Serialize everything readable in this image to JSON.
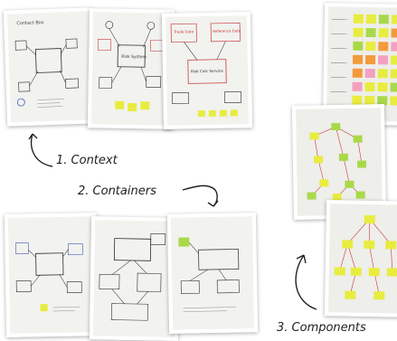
{
  "captions": {
    "context": "1. Context",
    "containers": "2. Containers",
    "components": "3. Components"
  },
  "photo_text": {
    "context_left_title": "Contact Box",
    "context_mid_center": "Risk System",
    "context_right_title": "Risk Calc Service",
    "context_right_tl": "Trade Data",
    "context_right_tr": "Reference Data"
  },
  "colors": {
    "sticky_yellow": "#e8ec3f",
    "sticky_green": "#a9d94a",
    "sticky_orange": "#f39a3c",
    "sticky_pink": "#f3a0c0",
    "marker_red": "#c83a3a",
    "marker_blue": "#3b5bb8",
    "marker_black": "#2a2a2a"
  }
}
